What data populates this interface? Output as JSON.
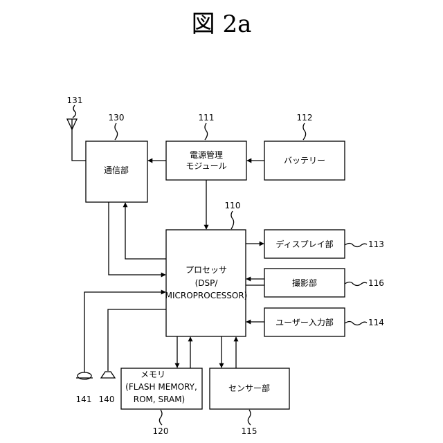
{
  "title": "図 2a",
  "blocks": {
    "comm": {
      "label": "通信部",
      "ref": "130"
    },
    "power": {
      "label_line1": "電源管理",
      "label_line2": "モジュール",
      "ref": "111"
    },
    "battery": {
      "label": "バッテリー",
      "ref": "112"
    },
    "processor": {
      "label_line1": "プロセッサ",
      "label_line2": "(DSP/",
      "label_line3": "MICROPROCESSOR)",
      "ref": "110"
    },
    "display": {
      "label": "ディスプレイ部",
      "ref": "113"
    },
    "camera": {
      "label": "撮影部",
      "ref": "116"
    },
    "user_input": {
      "label": "ユーザー入力部",
      "ref": "114"
    },
    "memory": {
      "label_line1": "メモリ",
      "label_line2": "(FLASH MEMORY,",
      "label_line3": "ROM, SRAM)",
      "ref": "120"
    },
    "sensor": {
      "label": "センサー部",
      "ref": "115"
    }
  },
  "peripherals": {
    "antenna": {
      "ref": "131"
    },
    "microphone": {
      "ref": "141"
    },
    "speaker": {
      "ref": "140"
    }
  },
  "colors": {
    "line": "#000000",
    "background": "#ffffff"
  }
}
